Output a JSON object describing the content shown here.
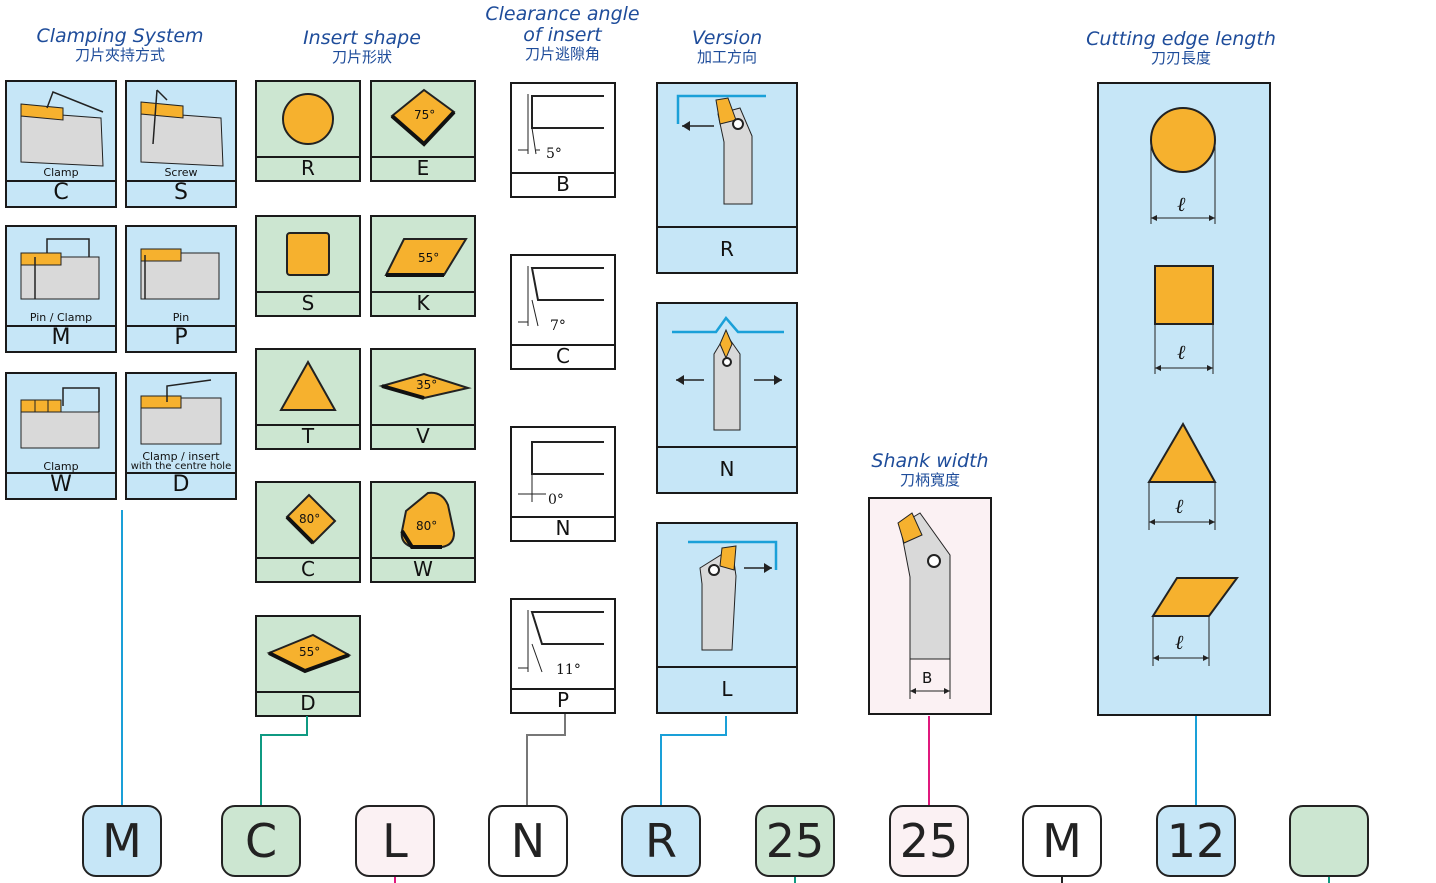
{
  "headers": {
    "clamping": {
      "en": "Clamping System",
      "zh": "刀片夾持方式"
    },
    "insert_shape": {
      "en": "Insert shape",
      "zh": "刀片形狀"
    },
    "clearance": {
      "en1": "Clearance angle",
      "en2": "of insert",
      "zh": "刀片逃隙角"
    },
    "version": {
      "en": "Version",
      "zh": "加工方向"
    },
    "shank": {
      "en": "Shank width",
      "zh": "刀柄寬度"
    },
    "cutting": {
      "en": "Cutting edge length",
      "zh": "刀刃長度"
    }
  },
  "clamping": [
    {
      "code": "C",
      "caption": "Clamp"
    },
    {
      "code": "S",
      "caption": "Screw"
    },
    {
      "code": "M",
      "caption": "Pin / Clamp"
    },
    {
      "code": "P",
      "caption": "Pin"
    },
    {
      "code": "W",
      "caption": "Clamp"
    },
    {
      "code": "D",
      "caption1": "Clamp / insert",
      "caption2": "with the centre hole"
    }
  ],
  "shapes": [
    {
      "code": "R"
    },
    {
      "code": "E",
      "angle": "75°"
    },
    {
      "code": "S"
    },
    {
      "code": "K",
      "angle": "55°"
    },
    {
      "code": "T"
    },
    {
      "code": "V",
      "angle": "35°"
    },
    {
      "code": "C",
      "angle": "80°"
    },
    {
      "code": "W",
      "angle": "80°"
    },
    {
      "code": "D",
      "angle": "55°"
    }
  ],
  "clearance": [
    {
      "code": "B",
      "angle": "5°"
    },
    {
      "code": "C",
      "angle": "7°"
    },
    {
      "code": "N",
      "angle": "0°"
    },
    {
      "code": "P",
      "angle": "11°"
    }
  ],
  "version": [
    {
      "code": "R"
    },
    {
      "code": "N"
    },
    {
      "code": "L"
    }
  ],
  "shank": {
    "dim": "B"
  },
  "cutting": {
    "symbol": "ℓ"
  },
  "codes": [
    "M",
    "C",
    "L",
    "N",
    "R",
    "25",
    "25",
    "M",
    "12",
    ""
  ],
  "colors": {
    "blue": "#c6e6f7",
    "green": "#cce6d1",
    "pink": "#fbf1f3",
    "insert": "#f6b12e",
    "line_blue": "#1aa0d8",
    "line_green": "#0f9a82",
    "line_gray": "#777777",
    "line_pink": "#e0197d",
    "heading": "#1e4c9a"
  }
}
